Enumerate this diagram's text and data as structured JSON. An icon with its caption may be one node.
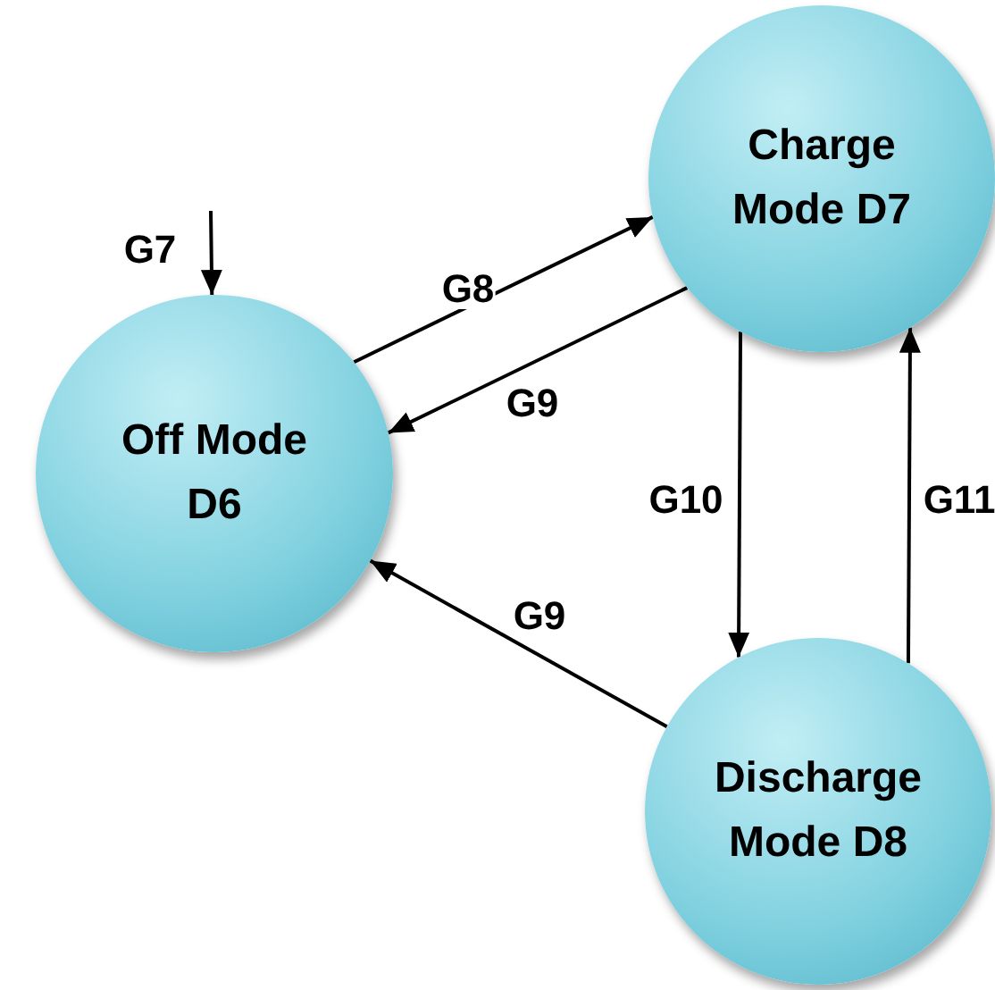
{
  "diagram": {
    "nodes": [
      {
        "text": [
          "Off Mode D6"
        ]
      },
      {
        "text": [
          "Charge Mode D7"
        ]
      },
      {
        "text": [
          "Discharge Mode D8"
        ]
      }
    ],
    "edges": [
      {
        "from": null,
        "to": 0,
        "arrow": "to",
        "label": "G7"
      },
      {
        "from": 0,
        "to": 1,
        "arrow": "to",
        "label": "G8"
      },
      {
        "from": 1,
        "to": 0,
        "arrow": "to",
        "label": "G9"
      },
      {
        "from": 1,
        "to": 2,
        "arrow": "to",
        "label": "G10"
      },
      {
        "from": 2,
        "to": 1,
        "arrow": "to",
        "label": "G11"
      },
      {
        "from": 2,
        "to": 0,
        "arrow": "to",
        "label": "G9"
      }
    ]
  }
}
